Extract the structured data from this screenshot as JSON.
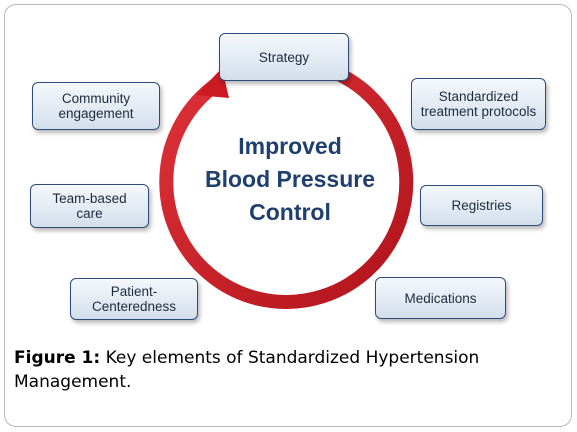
{
  "center_text": [
    "Improved",
    "Blood Pressure",
    "Control"
  ],
  "boxes": {
    "strategy": "Strategy",
    "community": "Community\nengagement",
    "standardized": "Standardized\ntreatment protocols",
    "team": "Team-based\ncare",
    "registries": "Registries",
    "patient": "Patient-\nCenteredness",
    "medications": "Medications"
  },
  "caption": {
    "label": "Figure 1:",
    "text": " Key elements of Standardized Hypertension Management."
  },
  "colors": {
    "ring": "#cc1a22",
    "box_border": "#2e4c77",
    "center_text": "#1f3f6e"
  }
}
